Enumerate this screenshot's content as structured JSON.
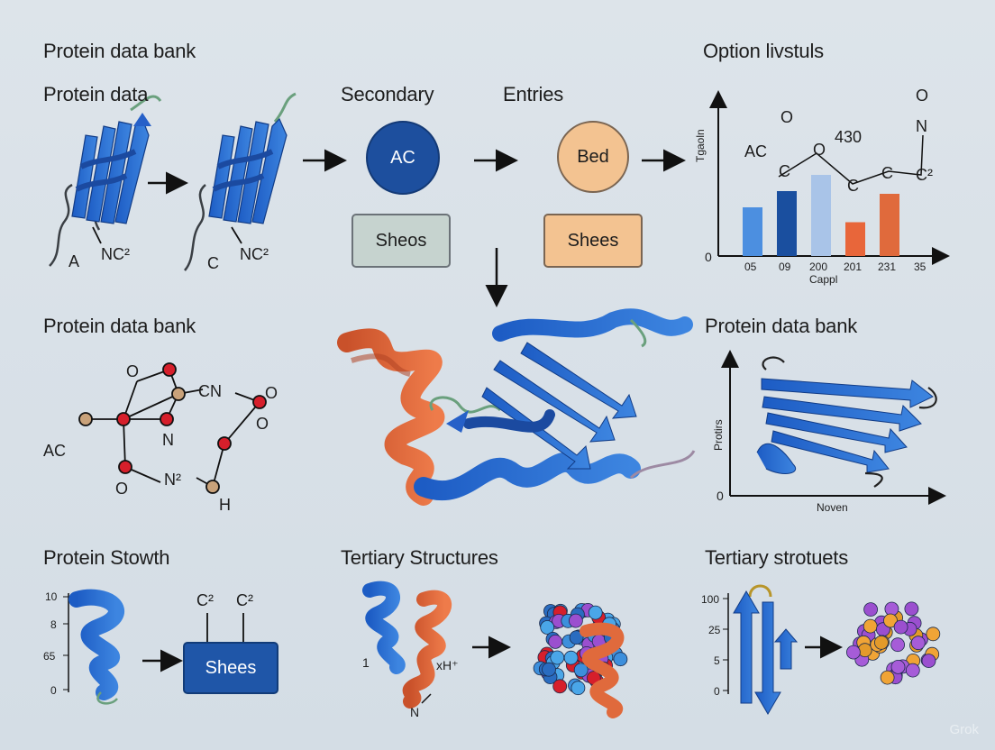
{
  "headings": {
    "top_left": "Protein data bank",
    "top_right": "Option livstuls",
    "protein_data": "Protein data",
    "secondary": "Secondary",
    "entries": "Entries",
    "mid_left": "Protein data bank",
    "mid_right": "Protein data bank",
    "bottom_left": "Protein Stowth",
    "bottom_mid": "Tertiary Structures",
    "bottom_right": "Tertiary strotuets"
  },
  "sheet_labels": {
    "a": "A",
    "nc1": "NC²",
    "c": "C",
    "nc2": "NC²"
  },
  "nodes": {
    "ac_circle": "AC",
    "bed_circle": "Bed",
    "sheos_box": "Sheos",
    "shees_box": "Shees",
    "bottom_shees_box": "Shees"
  },
  "top_chart": {
    "ylabel": "Tgaoln",
    "xlabel": "Cappl",
    "zero": "0",
    "xticks": [
      "05",
      "09",
      "200",
      "201",
      "231",
      "35"
    ],
    "annotations": [
      "AC",
      "O",
      "430",
      "C",
      "O",
      "C",
      "C",
      "C²",
      "O",
      "N"
    ]
  },
  "molecule": {
    "labels": [
      "O",
      "CN",
      "O",
      "O",
      "AC",
      "N",
      "O",
      "N²",
      "H"
    ]
  },
  "mid_chart": {
    "ylabel": "Protirs",
    "xlabel": "Noven",
    "zero": "0"
  },
  "bottom_left_axis": {
    "ticks": [
      "10",
      "8",
      "65",
      "0"
    ],
    "labels": [
      "C²",
      "C²"
    ]
  },
  "bottom_mid_labels": {
    "one": "1",
    "xh": "xH⁺",
    "n": "N"
  },
  "bottom_right_axis": {
    "ticks": [
      "100",
      "25",
      "5",
      "0"
    ]
  },
  "colors": {
    "blue": "#2f6fd0",
    "dark_blue": "#1a4f9f",
    "orange": "#e06a3c",
    "peach": "#f2c392",
    "grey_green": "#c7d3cf",
    "purple": "#9b4fcf",
    "red": "#d61f2b"
  },
  "chart_data": {
    "type": "bar",
    "title": "",
    "xlabel": "Cappl",
    "ylabel": "Tgaoln",
    "categories": [
      "05",
      "09",
      "200",
      "201",
      "231"
    ],
    "values": [
      36,
      48,
      60,
      25,
      46
    ],
    "ylim": [
      0,
      100
    ],
    "bar_colors": [
      "#4c8fe0",
      "#1a4f9f",
      "#a9c4e8",
      "#e8663a",
      "#e06a3c"
    ],
    "grid": false
  },
  "watermark": "Grok"
}
